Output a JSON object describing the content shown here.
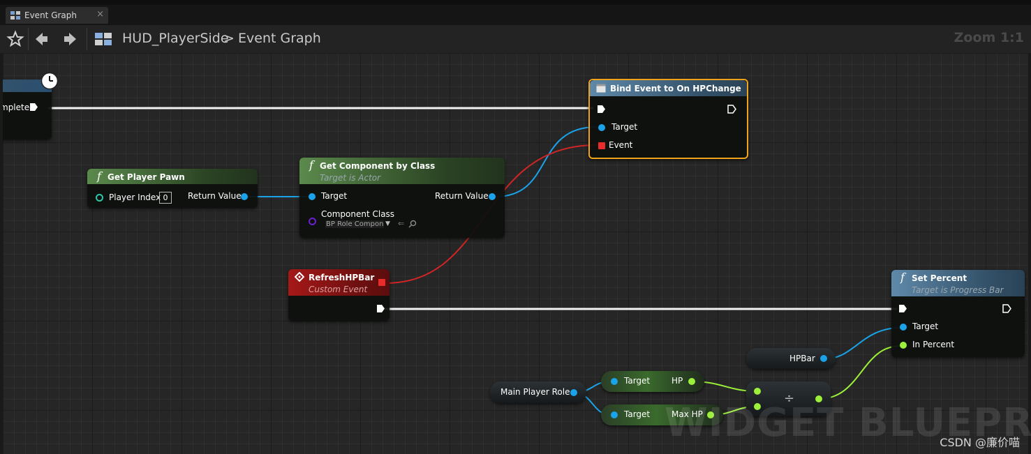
{
  "tab": {
    "label": "Event Graph",
    "close": "×"
  },
  "breadcrumb": {
    "blueprint": "HUD_PlayerSide",
    "separator": ">",
    "graph": "Event Graph"
  },
  "zoom": "Zoom 1:1",
  "nodes": {
    "prev": {
      "pin_label": "mpleted"
    },
    "bind_event": {
      "title": "Bind Event to On HPChange",
      "target": "Target",
      "event": "Event"
    },
    "get_player_pawn": {
      "title": "Get Player Pawn",
      "player_index_label": "Player Index",
      "player_index_value": "0",
      "return_value": "Return Value"
    },
    "get_component": {
      "title": "Get Component by Class",
      "subtitle": "Target is Actor",
      "target": "Target",
      "return_value": "Return Value",
      "component_class": "Component Class",
      "class_value": "BP Role Compon"
    },
    "refresh": {
      "title": "RefreshHPBar",
      "subtitle": "Custom Event"
    },
    "set_percent": {
      "title": "Set Percent",
      "subtitle": "Target is Progress Bar",
      "target": "Target",
      "in_percent": "In Percent"
    },
    "hpbar": {
      "label": "HPBar"
    },
    "main_player_role": {
      "label": "Main Player Role"
    },
    "get_hp": {
      "target": "Target",
      "value": "HP"
    },
    "get_maxhp": {
      "target": "Target",
      "value": "Max HP"
    },
    "divide": {
      "symbol": "÷"
    }
  },
  "watermark": "WIDGET BLUEPRINT",
  "credit": "CSDN @廉价喵",
  "colors": {
    "object_pin": "#1aa3e8",
    "float_pin": "#9cf03a",
    "delegate_pin": "#e82b2b",
    "selection": "#f0a21a"
  }
}
